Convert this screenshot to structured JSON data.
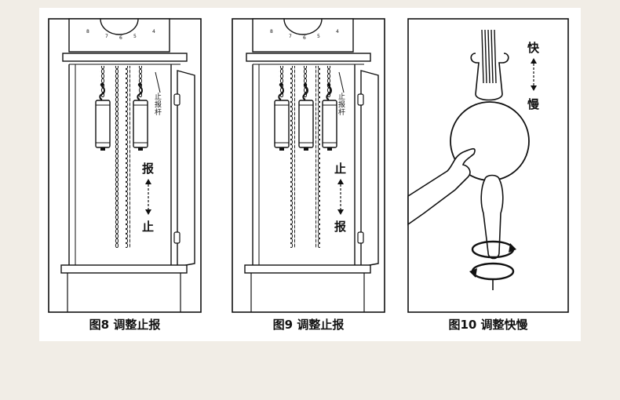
{
  "panels": [
    {
      "caption": "图8 调整止报",
      "dial_numerals": [
        "8",
        "7",
        "6",
        "5",
        "4"
      ],
      "rod_label": "止报杆",
      "top_label": "报",
      "bottom_label": "止"
    },
    {
      "caption": "图9 调整止报",
      "dial_numerals": [
        "8",
        "7",
        "6",
        "5",
        "4"
      ],
      "rod_label": "止报杆",
      "top_label": "止",
      "bottom_label": "报"
    },
    {
      "caption": "图10 调整快慢",
      "top_label": "快",
      "bottom_label": "慢"
    }
  ],
  "colors": {
    "background": "#f1ede6",
    "sheet": "#ffffff",
    "ink": "#111111"
  }
}
